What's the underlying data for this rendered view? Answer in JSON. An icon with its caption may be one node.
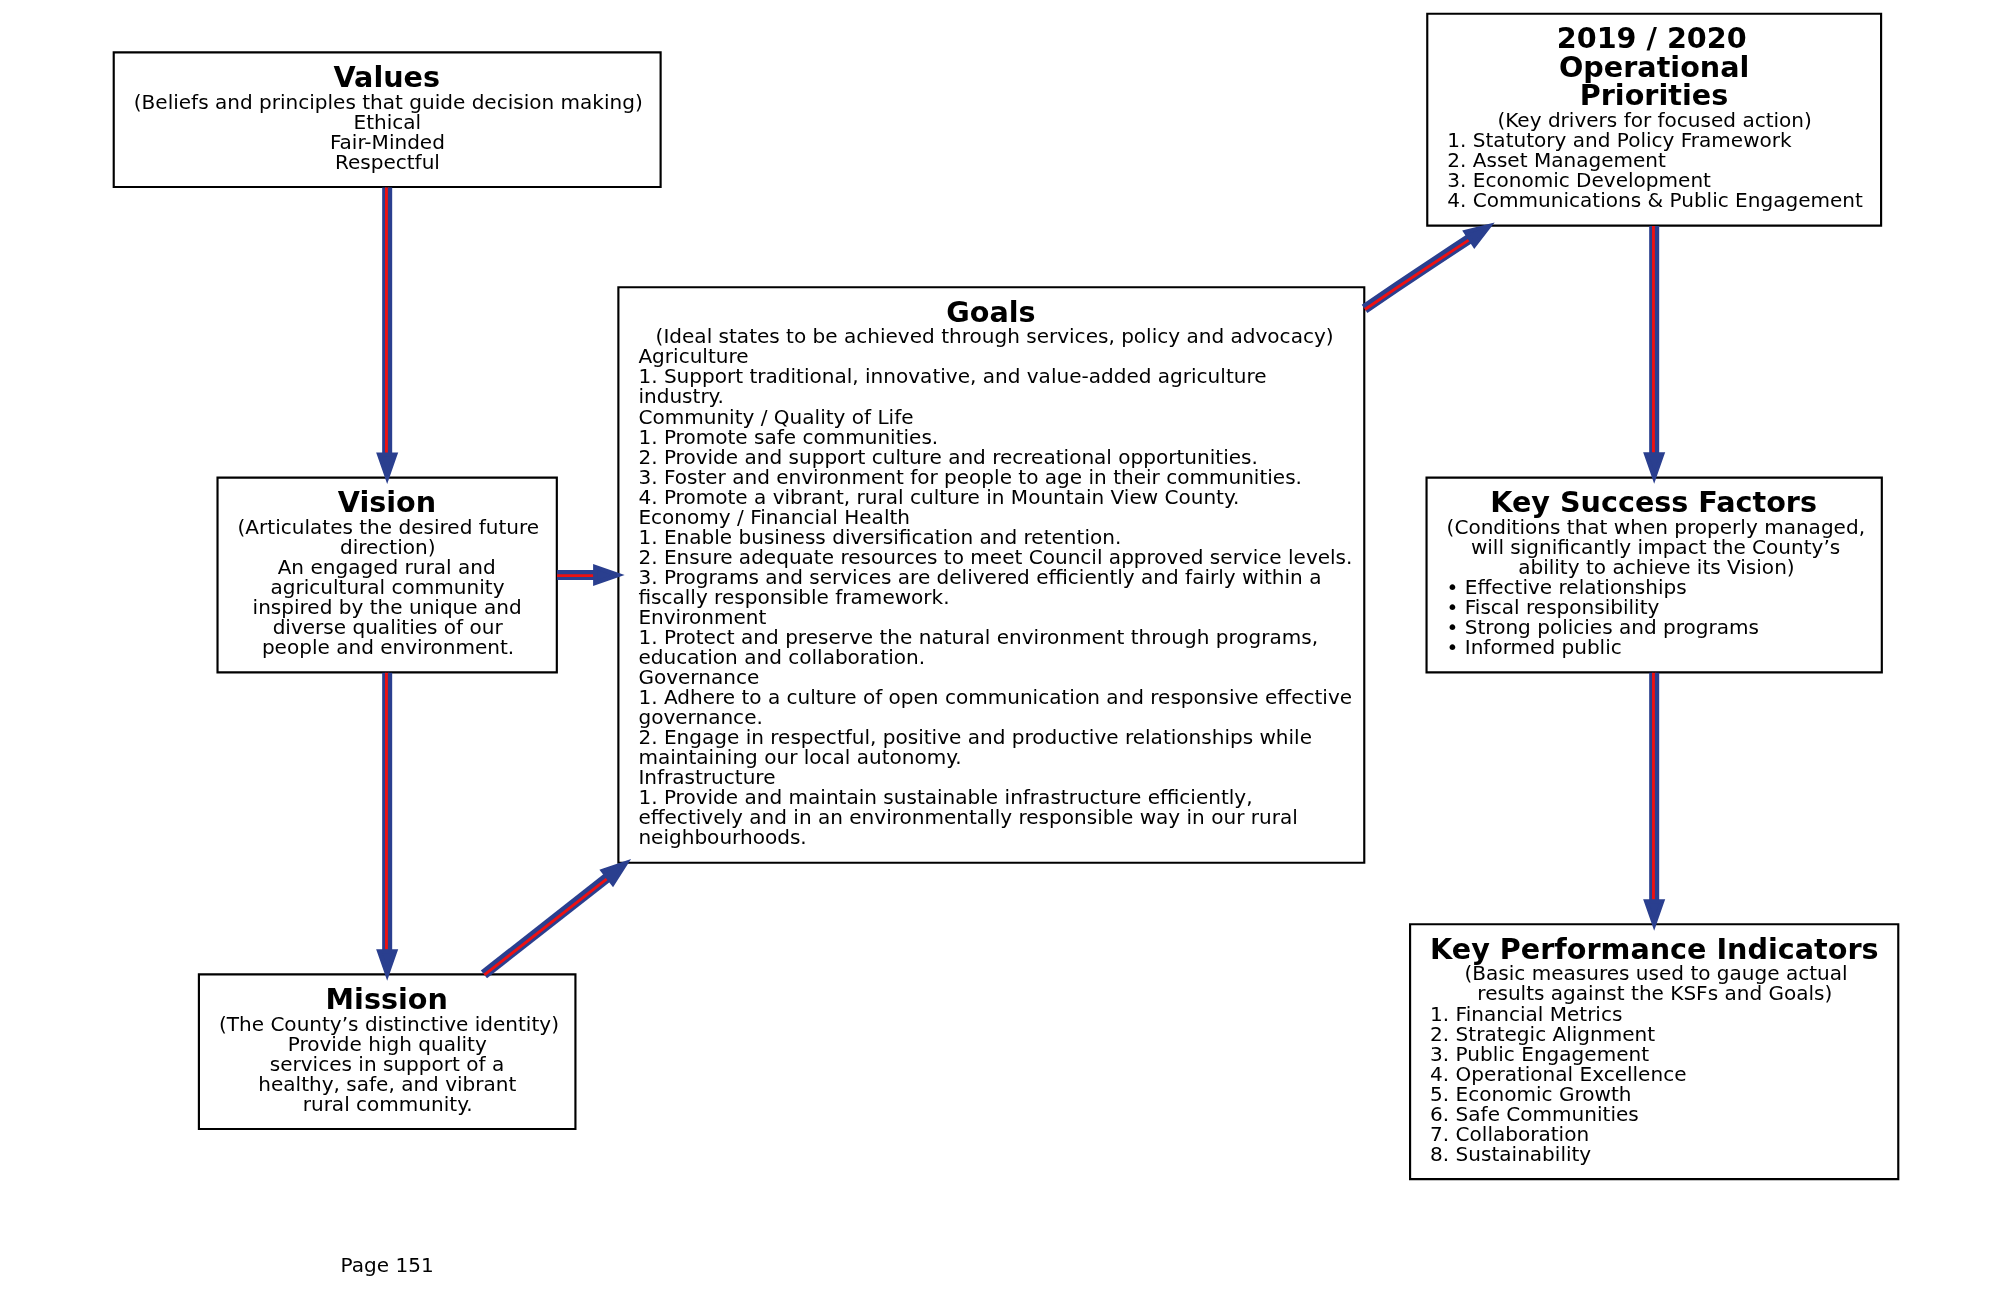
{
  "diagram": {
    "nodes": [
      {
        "text": [
          "Values",
          "(Beliefs and principles that guide decision making)",
          "Ethical",
          "Fair-Minded",
          "Respectful"
        ]
      },
      {
        "text": [
          "Vision",
          "(Articulates the desired future direction)",
          "An engaged rural and agricultural community inspired by the unique and diverse qualities of our people and environment."
        ]
      },
      {
        "text": [
          "Mission",
          "(The County’s distinctive identity)",
          "Provide high quality services in support of a healthy, safe, and vibrant rural community."
        ]
      },
      {
        "text": [
          "Goals",
          "(Ideal states to be achieved through services, policy and advocacy)",
          "Agriculture",
          "1. Support traditional, innovative, and value-added agriculture industry.",
          "Community / Quality of Life",
          "1. Promote safe communities.",
          "2. Provide and support culture and recreational opportunities.",
          "3. Foster and environment for people to age in their communities.",
          "4. Promote a vibrant, rural culture in Mountain View County.",
          "Economy / Financial Health",
          "1. Enable business diversification and retention.",
          "2. Ensure adequate resources to meet Council approved service levels.",
          "3. Programs and services are delivered efficiently and fairly within a fiscally responsible framework.",
          "Environment",
          "1. Protect and preserve the natural environment through programs, education and collaboration.",
          "Governance",
          "1. Adhere to a culture of open communication and responsive effective governance.",
          "2. Engage in respectful, positive and productive relationships while maintaining our local autonomy.",
          "Infrastructure",
          "1. Provide and maintain sustainable infrastructure efficiently, effectively and in an environmentally responsible way in our rural neighbourhoods."
        ]
      },
      {
        "text": [
          "2019 / 2020 Operational Priorities",
          "(Key drivers for focused action)",
          "1. Statutory and Policy Framework",
          "2. Asset Management",
          "3. Economic Development",
          "4. Communications & Public Engagement"
        ]
      },
      {
        "text": [
          "Key Success Factors",
          "(Conditions that when properly managed, will significantly impact the County’s ability to achieve its Vision)",
          "• Effective relationships",
          "• Fiscal responsibility",
          "• Strong policies and programs",
          "• Informed public"
        ]
      },
      {
        "text": [
          "Key Performance Indicators",
          "(Basic measures used to gauge actual results against the KSFs and Goals)",
          "1. Financial Metrics",
          "2. Strategic Alignment",
          "3. Public Engagement",
          "4. Operational Excellence",
          "5. Economic Growth",
          "6. Safe Communities",
          "7. Collaboration",
          "8. Sustainability"
        ]
      }
    ],
    "edges": [
      {
        "from": 0,
        "to": 1,
        "arrow": "to"
      },
      {
        "from": 1,
        "to": 2,
        "arrow": "to"
      },
      {
        "from": 1,
        "to": 3,
        "arrow": "to"
      },
      {
        "from": 2,
        "to": 3,
        "arrow": "to"
      },
      {
        "from": 3,
        "to": 4,
        "arrow": "to"
      },
      {
        "from": 4,
        "to": 5,
        "arrow": "to"
      },
      {
        "from": 5,
        "to": 6,
        "arrow": "to"
      }
    ],
    "labels": [
      "Page 151"
    ]
  }
}
